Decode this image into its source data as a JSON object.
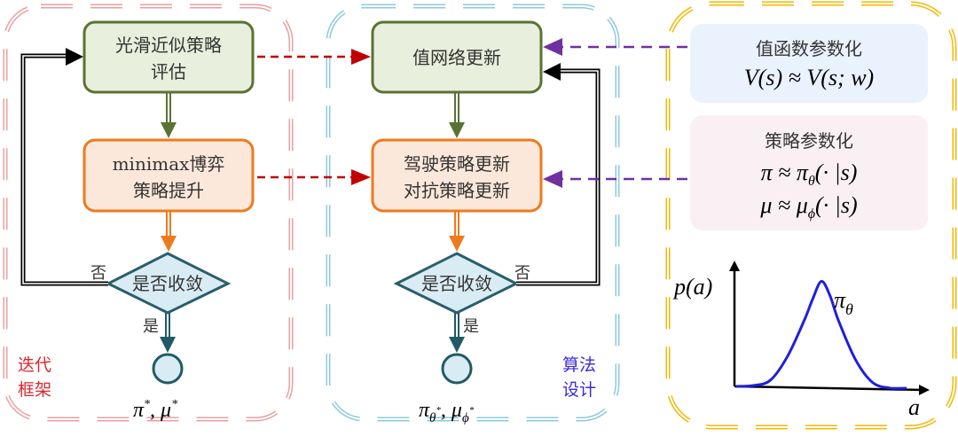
{
  "frames": {
    "iterative": {
      "label_line1": "迭代",
      "label_line2": "框架",
      "color": "#E8A0A0",
      "label_color": "#D9262C"
    },
    "algorithm": {
      "label_line1": "算法",
      "label_line2": "设计",
      "color": "#8CCBDC",
      "label_color": "#3A2BE0"
    },
    "parameterization": {
      "color": "#F5B800"
    }
  },
  "left_flow": {
    "eval_box": {
      "line1": "光滑近似策略",
      "line2": "评估"
    },
    "improve_box": {
      "line1": "minimax博弈",
      "line2": "策略提升"
    },
    "decision": {
      "text": "是否收敛",
      "no_label": "否",
      "yes_label": "是"
    },
    "output_label": {
      "main1": "π",
      "sup1": "*",
      "sep": ", ",
      "main2": "μ",
      "sup2": "*"
    }
  },
  "middle_flow": {
    "value_box": {
      "line1": "值网络更新"
    },
    "policy_box": {
      "line1": "驾驶策略更新",
      "line2": "对抗策略更新"
    },
    "decision": {
      "text": "是否收敛",
      "no_label": "否",
      "yes_label": "是"
    },
    "output_label": {
      "main1": "π",
      "sub1": "θ",
      "sup1": "*",
      "sep": ", ",
      "main2": "μ",
      "sub2": "ϕ",
      "sup2": "*"
    }
  },
  "right_panel": {
    "value_param": {
      "title": "值函数参数化",
      "formula": "V(s) ≈ V(s; w)"
    },
    "policy_param": {
      "title": "策略参数化",
      "formula1_a": "π ≈ π",
      "formula1_sub": "θ",
      "formula1_b": "(· |s)",
      "formula2_a": "μ ≈ μ",
      "formula2_sub": "ϕ",
      "formula2_b": "(· |s)"
    },
    "plot": {
      "ylabel": "p(a)",
      "xlabel": "a",
      "curve_label": "π",
      "curve_sub": "θ"
    }
  },
  "colors": {
    "green_border": "#5A7233",
    "green_fill": "#E8EFDC",
    "orange_border": "#EE7A1E",
    "orange_fill": "#FCE8DA",
    "decision_border": "#2A5E6B",
    "decision_fill": "#D9ECF3",
    "red_dash": "#C00000",
    "purple_dash": "#7030A0",
    "blue_panel": "#EAF2FD",
    "pink_panel": "#FAF0F4",
    "curve": "#1F1FE0"
  },
  "chart_data": {
    "type": "line",
    "title": "",
    "xlabel": "a",
    "ylabel": "p(a)",
    "series": [
      {
        "name": "π_θ",
        "x": [
          0,
          0.1,
          0.2,
          0.3,
          0.4,
          0.45,
          0.5,
          0.55,
          0.6,
          0.7,
          0.8,
          0.9,
          1.0
        ],
        "values": [
          0.0,
          0.01,
          0.06,
          0.28,
          0.62,
          0.82,
          0.98,
          0.85,
          0.62,
          0.26,
          0.05,
          0.0,
          0.0
        ]
      }
    ],
    "grid": false,
    "legend": "none"
  }
}
